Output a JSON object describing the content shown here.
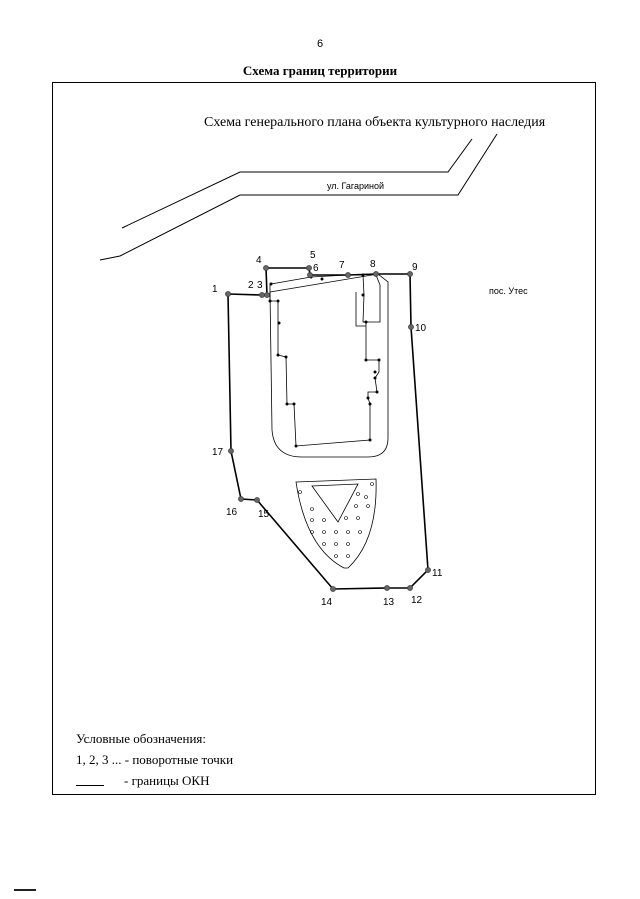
{
  "page_number": "6",
  "heading": "Схема границ территории",
  "plan_title": "Схема генерального плана объекта культурного наследия",
  "street_label": "ул. Гагариной",
  "settlement_label": "пос. Утес",
  "points": [
    "1",
    "2",
    "3",
    "4",
    "5",
    "6",
    "7",
    "8",
    "9",
    "10",
    "11",
    "12",
    "13",
    "14",
    "15",
    "16",
    "17"
  ],
  "legend": {
    "title": "Условные обозначения:",
    "points_desc": "1, 2, 3 ... - поворотные точки",
    "border_desc": "- границы ОКН"
  },
  "colors": {
    "boundary": "#000000",
    "point": "#666666"
  }
}
